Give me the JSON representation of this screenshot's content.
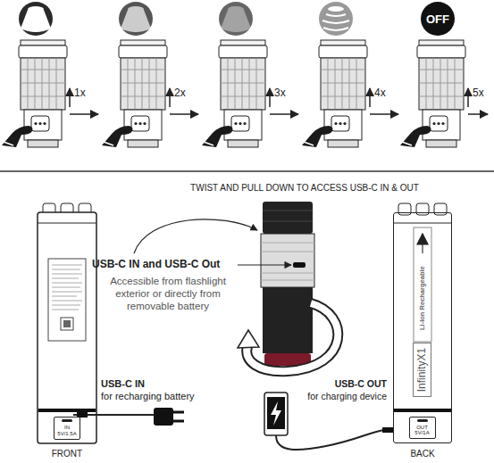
{
  "diagram": {
    "nodes": [
      {
        "text": [
          "OFF"
        ]
      },
      {
        "text": [
          "IN 5V/1.5A"
        ]
      },
      {
        "text": [
          "Li-Ion Rechargeable"
        ]
      },
      {
        "text": [
          "InfinityX1"
        ],
        "in": 2
      },
      {
        "text": [
          "OUT 5V/1A"
        ],
        "in": 2
      }
    ],
    "labels": [
      "1x",
      "2x",
      "3x",
      "4x",
      "5x",
      "TWIST AND PULL DOWN TO ACCESS USB-C IN & OUT",
      "USB-C IN and USB-C Out",
      "Accessible from flashlight exterior or directly from removable battery",
      "USB-C IN",
      "for recharging battery",
      "USB-C OUT",
      "for charging device",
      "FRONT",
      "BACK"
    ]
  }
}
